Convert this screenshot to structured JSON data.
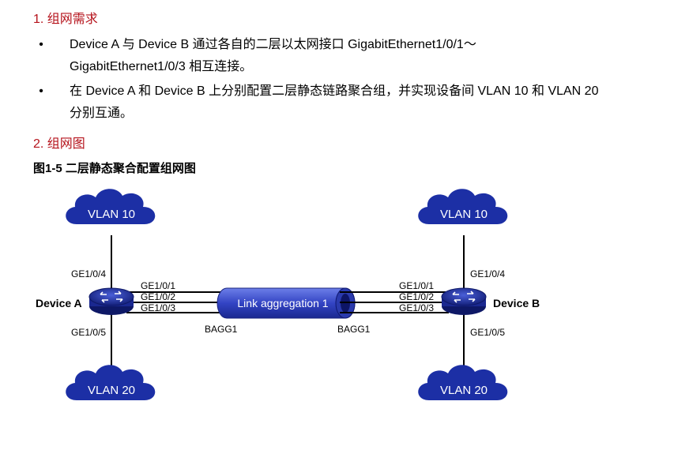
{
  "section1": {
    "title": "1. 组网需求"
  },
  "bullets": [
    {
      "symbol": "•",
      "line1": "Device A 与 Device B 通过各自的二层以太网接口 GigabitEthernet1/0/1～",
      "line2": "GigabitEthernet1/0/3 相互连接。"
    },
    {
      "symbol": "•",
      "line1": "在 Device A 和 Device B 上分别配置二层静态链路聚合组，并实现设备间 VLAN 10 和 VLAN 20",
      "line2": "分别互通。"
    }
  ],
  "section2": {
    "title": "2. 组网图"
  },
  "figure": {
    "caption": "图1-5  二层静态聚合配置组网图",
    "clouds": {
      "a_top": "VLAN 10",
      "a_bottom": "VLAN 20",
      "b_top": "VLAN 10",
      "b_bottom": "VLAN 20"
    },
    "device_a": {
      "name": "Device A",
      "port_up": "GE1/0/4",
      "port_down": "GE1/0/5",
      "links": [
        "GE1/0/1",
        "GE1/0/2",
        "GE1/0/3"
      ],
      "bagg": "BAGG1"
    },
    "device_b": {
      "name": "Device B",
      "port_up": "GE1/0/4",
      "port_down": "GE1/0/5",
      "links": [
        "GE1/0/1",
        "GE1/0/2",
        "GE1/0/3"
      ],
      "bagg": "BAGG1"
    },
    "aggregation": {
      "label": "Link aggregation 1"
    },
    "colors": {
      "cloud_fill": "#1c2fa5",
      "cloud_text": "#ffffff",
      "switch_fill": "#1a2b90",
      "line": "#000000",
      "tube_fill": "#3a4fd0",
      "heading": "#b5121b"
    }
  }
}
